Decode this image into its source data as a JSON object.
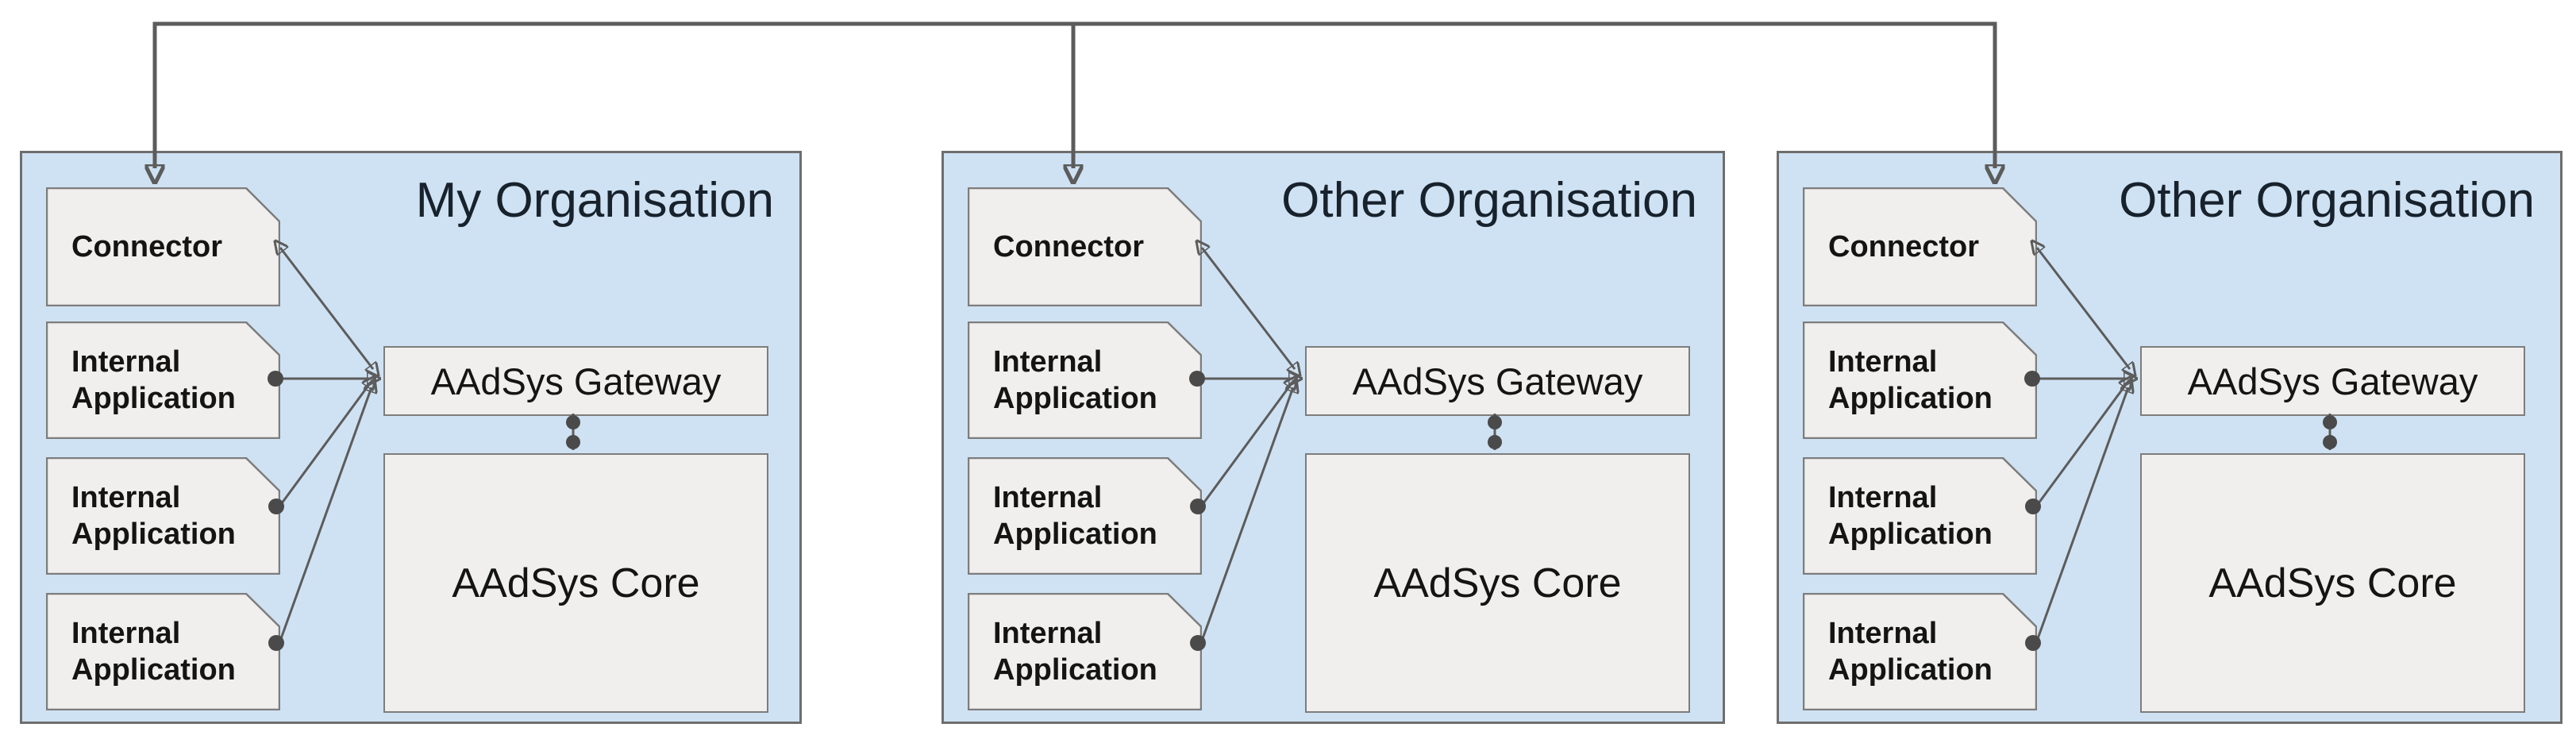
{
  "diagram": {
    "organisations": [
      {
        "title": "My Organisation",
        "connector": {
          "label": "Connector"
        },
        "internal_applications": [
          {
            "label": "Internal Application"
          },
          {
            "label": "Internal Application"
          },
          {
            "label": "Internal Application"
          }
        ],
        "gateway": {
          "label": "AAdSys Gateway"
        },
        "core": {
          "label": "AAdSys Core"
        }
      },
      {
        "title": "Other Organisation",
        "connector": {
          "label": "Connector"
        },
        "internal_applications": [
          {
            "label": "Internal Application"
          },
          {
            "label": "Internal Application"
          },
          {
            "label": "Internal Application"
          }
        ],
        "gateway": {
          "label": "AAdSys Gateway"
        },
        "core": {
          "label": "AAdSys Core"
        }
      },
      {
        "title": "Other Organisation",
        "connector": {
          "label": "Connector"
        },
        "internal_applications": [
          {
            "label": "Internal Application"
          },
          {
            "label": "Internal Application"
          },
          {
            "label": "Internal Application"
          }
        ],
        "gateway": {
          "label": "AAdSys Gateway"
        },
        "core": {
          "label": "AAdSys Core"
        }
      }
    ],
    "colors": {
      "organisation_fill": "#cfe2f3",
      "organisation_border": "#6e6e6e",
      "box_fill": "#f0efed",
      "box_border": "#7d7d7d",
      "line": "#5c5c5c",
      "dot": "#4a4a4a",
      "text": "#141414",
      "title_text": "#18222c"
    }
  }
}
